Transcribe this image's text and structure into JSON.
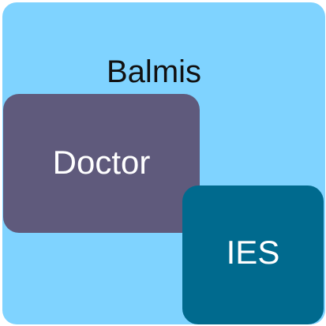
{
  "panel": {
    "title": "Balmis",
    "background": "#7fd3ff"
  },
  "cards": [
    {
      "label": "Doctor",
      "color": "#5f5a7c",
      "text_color": "#ffffff"
    },
    {
      "label": "IES",
      "color": "#006a8e",
      "text_color": "#ffffff"
    }
  ],
  "title_color": "#111111"
}
